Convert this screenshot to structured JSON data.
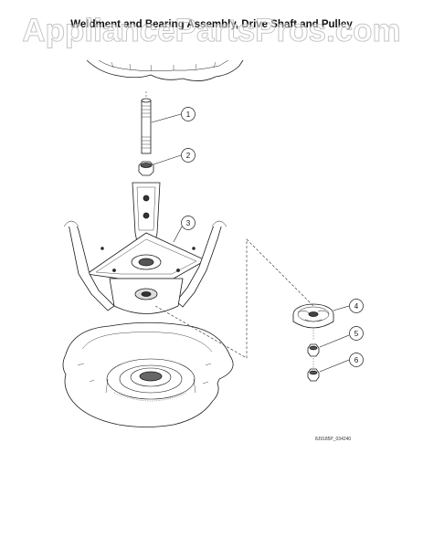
{
  "title": "Weldment and Bearing Assembly, Drive Shaft and Pulley",
  "watermark": "AppliancePartsPros.com",
  "drawing_code": "8J9185P_034240",
  "callouts": [
    "1",
    "2",
    "3",
    "4",
    "5",
    "6"
  ],
  "colors": {
    "line": "#1a1a1a",
    "dashed": "#444444",
    "background": "#ffffff"
  }
}
